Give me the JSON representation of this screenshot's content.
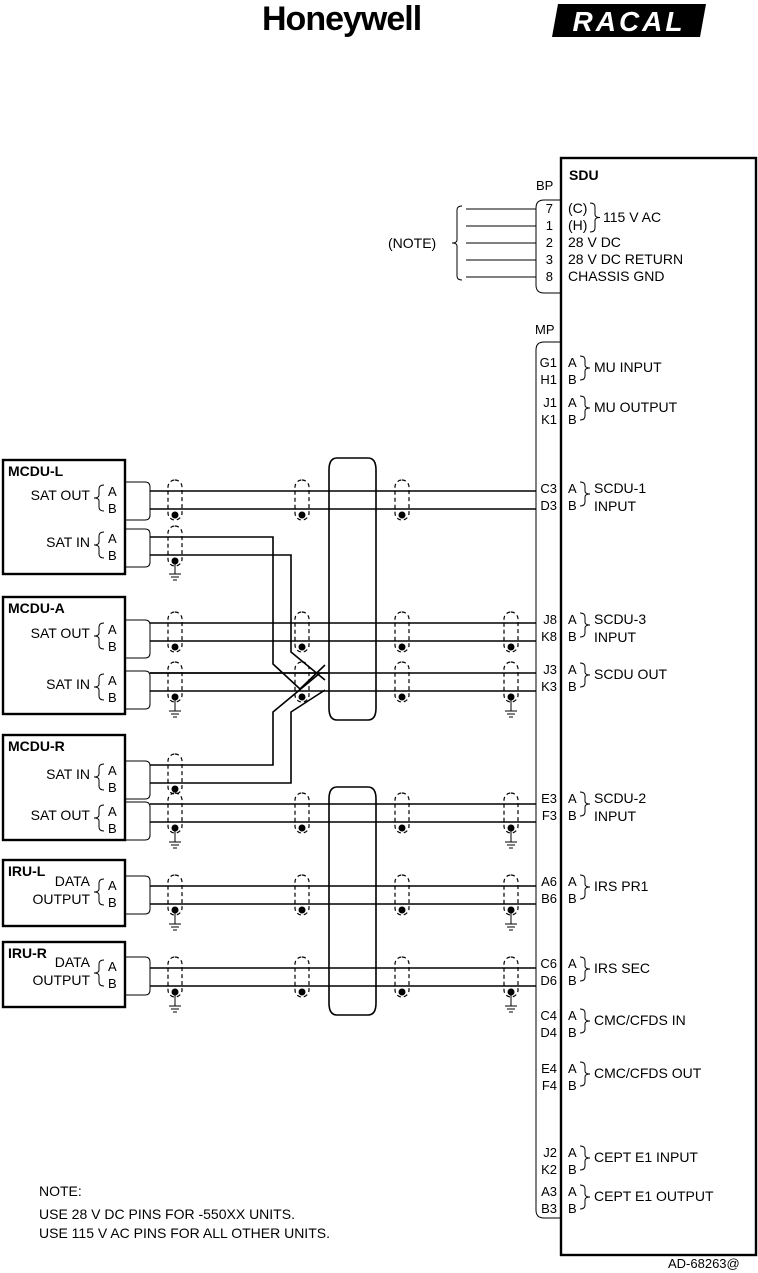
{
  "header": {
    "brand_left": "Honeywell",
    "brand_right": "RACAL"
  },
  "sdu": {
    "title": "SDU",
    "bp_label": "BP",
    "mp_label": "MP",
    "note_ref": "(NOTE)",
    "power_pins": [
      {
        "pin": "7",
        "sig": "(C)"
      },
      {
        "pin": "1",
        "sig": "(H)"
      },
      {
        "pin": "2",
        "sig": "28 V DC"
      },
      {
        "pin": "3",
        "sig": "28 V DC RETURN"
      },
      {
        "pin": "8",
        "sig": "CHASSIS GND"
      }
    ],
    "ac_label": "115 V AC",
    "groups": [
      {
        "pins": [
          "G1",
          "H1"
        ],
        "ab": [
          "A",
          "B"
        ],
        "label": [
          "MU INPUT"
        ]
      },
      {
        "pins": [
          "J1",
          "K1"
        ],
        "ab": [
          "A",
          "B"
        ],
        "label": [
          "MU OUTPUT"
        ]
      },
      {
        "pins": [
          "C3",
          "D3"
        ],
        "ab": [
          "A",
          "B"
        ],
        "label": [
          "SCDU-1",
          "INPUT"
        ]
      },
      {
        "pins": [
          "J8",
          "K8"
        ],
        "ab": [
          "A",
          "B"
        ],
        "label": [
          "SCDU-3",
          "INPUT"
        ]
      },
      {
        "pins": [
          "J3",
          "K3"
        ],
        "ab": [
          "A",
          "B"
        ],
        "label": [
          "SCDU OUT"
        ]
      },
      {
        "pins": [
          "E3",
          "F3"
        ],
        "ab": [
          "A",
          "B"
        ],
        "label": [
          "SCDU-2",
          "INPUT"
        ]
      },
      {
        "pins": [
          "A6",
          "B6"
        ],
        "ab": [
          "A",
          "B"
        ],
        "label": [
          "IRS PR1"
        ]
      },
      {
        "pins": [
          "C6",
          "D6"
        ],
        "ab": [
          "A",
          "B"
        ],
        "label": [
          "IRS SEC"
        ]
      },
      {
        "pins": [
          "C4",
          "D4"
        ],
        "ab": [
          "A",
          "B"
        ],
        "label": [
          "CMC/CFDS IN"
        ]
      },
      {
        "pins": [
          "E4",
          "F4"
        ],
        "ab": [
          "A",
          "B"
        ],
        "label": [
          "CMC/CFDS OUT"
        ]
      },
      {
        "pins": [
          "J2",
          "K2"
        ],
        "ab": [
          "A",
          "B"
        ],
        "label": [
          "CEPT E1 INPUT"
        ]
      },
      {
        "pins": [
          "A3",
          "B3"
        ],
        "ab": [
          "A",
          "B"
        ],
        "label": [
          "CEPT E1 OUTPUT"
        ]
      }
    ]
  },
  "units": [
    {
      "name": "MCDU-L",
      "ports": [
        {
          "label": [
            "SAT OUT"
          ],
          "ab": [
            "A",
            "B"
          ]
        },
        {
          "label": [
            "SAT IN"
          ],
          "ab": [
            "A",
            "B"
          ]
        }
      ]
    },
    {
      "name": "MCDU-A",
      "ports": [
        {
          "label": [
            "SAT OUT"
          ],
          "ab": [
            "A",
            "B"
          ]
        },
        {
          "label": [
            "SAT IN"
          ],
          "ab": [
            "A",
            "B"
          ]
        }
      ]
    },
    {
      "name": "MCDU-R",
      "ports": [
        {
          "label": [
            "SAT IN"
          ],
          "ab": [
            "A",
            "B"
          ]
        },
        {
          "label": [
            "SAT OUT"
          ],
          "ab": [
            "A",
            "B"
          ]
        }
      ]
    },
    {
      "name": "IRU-L",
      "ports": [
        {
          "label": [
            "DATA",
            "OUTPUT"
          ],
          "ab": [
            "A",
            "B"
          ]
        }
      ]
    },
    {
      "name": "IRU-R",
      "ports": [
        {
          "label": [
            "DATA",
            "OUTPUT"
          ],
          "ab": [
            "A",
            "B"
          ]
        }
      ]
    }
  ],
  "note": {
    "title": "NOTE:",
    "lines": [
      "USE 28 V DC PINS FOR -550XX UNITS.",
      "USE 115 V AC PINS FOR ALL OTHER UNITS."
    ]
  },
  "figure_id": "AD-68263@"
}
